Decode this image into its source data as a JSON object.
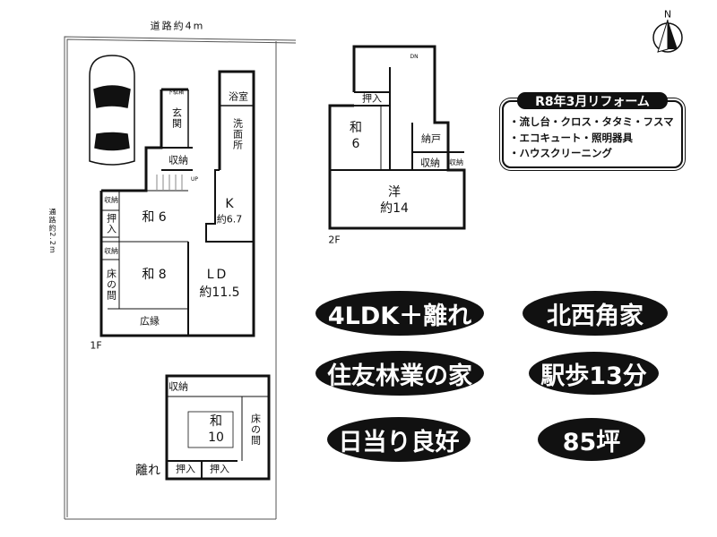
{
  "road_top": "道路約4m",
  "road_side": "通路約2.2m",
  "compass": "N",
  "floor1": {
    "label": "1F",
    "rooms": {
      "wa6": "和 6",
      "wa8": "和 8",
      "ld": "LD",
      "ld_size": "約11.5",
      "k": "K",
      "k_size": "約6.7",
      "bath": "浴室",
      "washroom": "洗面所",
      "entrance": "玄関",
      "shoe": "下駄箱",
      "storage": "収納",
      "storage_a": "収納",
      "storage_b": "収納",
      "oshiire": "押入",
      "tokonoma": "床の間",
      "hiroen": "広縁",
      "up": "UP"
    }
  },
  "floor2": {
    "label": "2F",
    "rooms": {
      "wa": "和",
      "wa_size": "6",
      "western": "洋",
      "western_size": "約14",
      "nando": "納戸",
      "storage": "収納",
      "storage_small": "収納",
      "oshiire": "押入",
      "dn": "DN"
    }
  },
  "annex": {
    "label": "離れ",
    "rooms": {
      "wa": "和",
      "wa_size": "10",
      "tokonoma": "床の間",
      "storage": "収納",
      "oshiire1": "押入",
      "oshiire2": "押入"
    }
  },
  "reform": {
    "title": "R8年3月リフォーム",
    "items": [
      "・流し台・クロス・タタミ・フスマ",
      "・エコキュート・照明器具",
      "・ハウスクリーニング"
    ]
  },
  "badges": [
    "4LDK＋離れ",
    "北西角家",
    "住友林業の家",
    "駅歩13分",
    "日当り良好",
    "85坪"
  ]
}
